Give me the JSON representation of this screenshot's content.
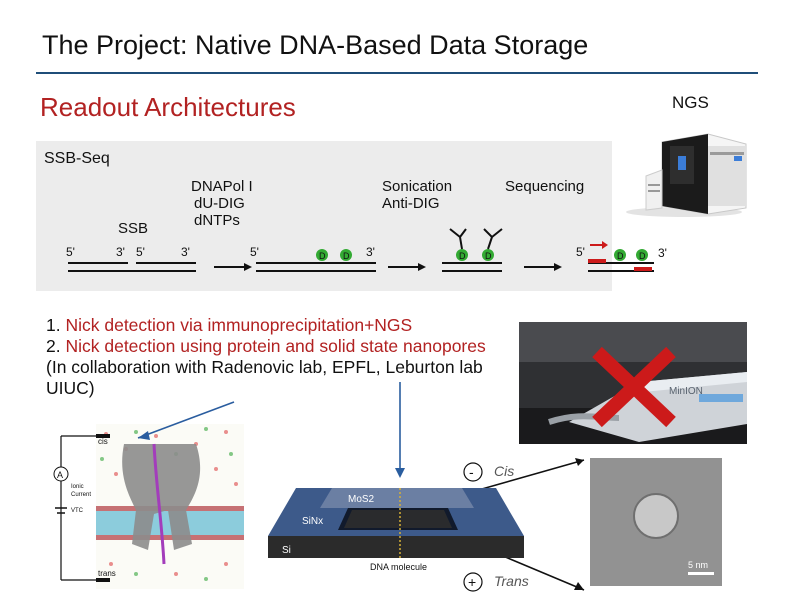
{
  "slide": {
    "title": "The Project: Native DNA-Based Data Storage",
    "subtitle": "Readout Architectures",
    "ngs_label": "NGS"
  },
  "ssb_seq": {
    "heading": "SSB-Seq",
    "ssb_label": "SSB",
    "step2_line1": "DNAPol I",
    "step2_line2": "dU-DIG",
    "step2_line3": "dNTPs",
    "step3_line1": "Sonication",
    "step3_line2": "Anti-DIG",
    "step4_label": "Sequencing",
    "five_prime": "5'",
    "three_prime": "3'",
    "d_marker": "D"
  },
  "bullets": {
    "item1_number": "1. ",
    "item1_text": "Nick detection via immunoprecipitation+NGS",
    "item2_number": "2. ",
    "item2_red_text": "Nick detection using protein and solid state nanopores",
    "item2_black_text": " (In collaboration with Radenovic lab, EPFL, Leburton lab UIUC)"
  },
  "protein_nanopore": {
    "cis_label": "cis",
    "trans_label": "trans",
    "ammeter_symbol": "A",
    "ionic_label": "Ionic",
    "current_label": "Current",
    "vtc_label": "VTC"
  },
  "solid_state": {
    "cis_label": "Cis",
    "trans_label": "Trans",
    "minus_symbol": "-",
    "plus_symbol": "+",
    "mos2_label": "MoS2",
    "sinx_label": "SiNx",
    "si_label": "Si",
    "dna_label": "DNA molecule",
    "scale_label": "5 nm"
  },
  "minion_photo": {
    "device_text": "MinION"
  },
  "colors": {
    "title_rule": "#1f4e79",
    "subtitle_red": "#b22222",
    "nucleotide_green": "#33aa33",
    "arrow_blue": "#2a5d9f",
    "cross_red": "#cc1a1a"
  }
}
